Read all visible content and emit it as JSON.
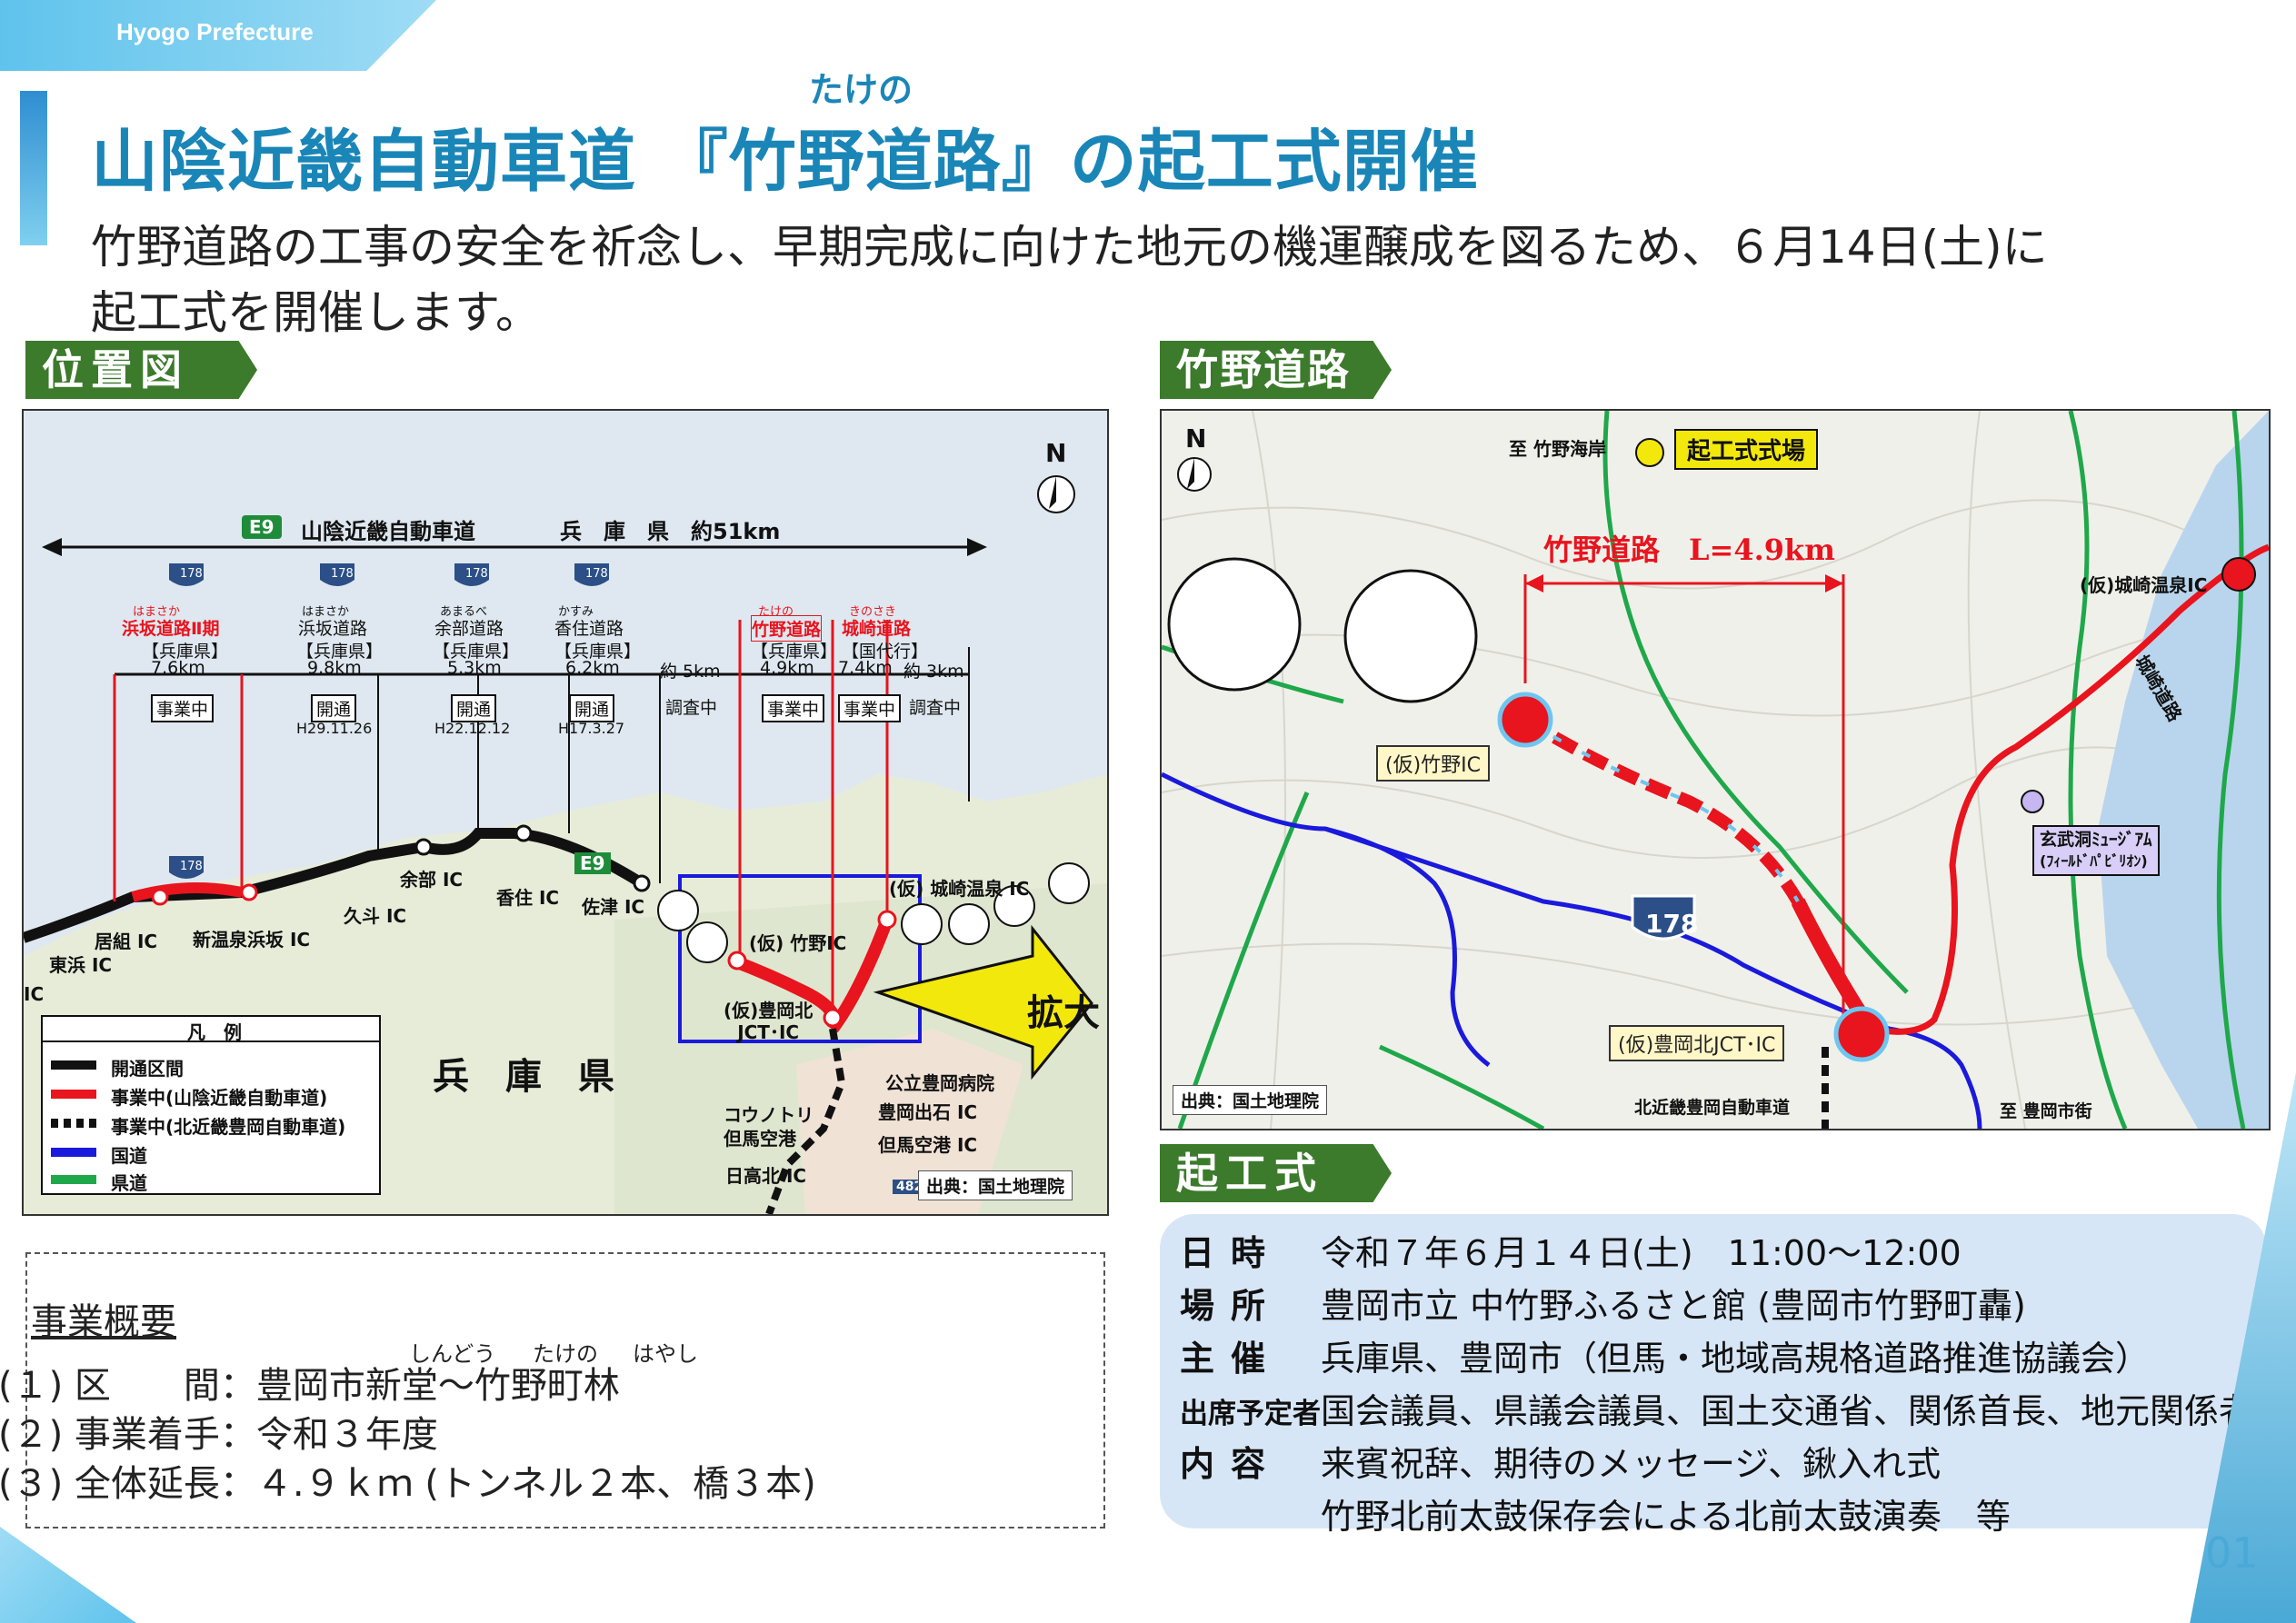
{
  "header": {
    "tag": "Hyogo Prefecture",
    "title": "山陰近畿自動車道 『竹野道路』の起工式開催",
    "title_ruby": "たけの",
    "lead_line1": "竹野道路の工事の安全を祈念し、早期完成に向けた地元の機運醸成を図るため、６月14日(土)に",
    "lead_line2": "起工式を開催します。"
  },
  "sections": {
    "location_map": "位置図",
    "takeno_road": "竹野道路",
    "ceremony": "起工式"
  },
  "location_map": {
    "route_badge": "E9",
    "road_name": "山陰近畿自動車道",
    "total": "兵　庫　県　約51km",
    "north": "N",
    "segments": [
      {
        "route": "178",
        "ruby": "はまさか",
        "name": "浜坂道路Ⅱ期",
        "owner": "【兵庫県】",
        "length": "7.6km",
        "status": "事業中",
        "date": ""
      },
      {
        "route": "178",
        "ruby": "はまさか",
        "name": "浜坂道路",
        "owner": "【兵庫県】",
        "length": "9.8km",
        "status": "開通",
        "date": "H29.11.26"
      },
      {
        "route": "178",
        "ruby": "あまるべ",
        "name": "余部道路",
        "owner": "【兵庫県】",
        "length": "5.3km",
        "status": "開通",
        "date": "H22.12.12"
      },
      {
        "route": "178",
        "ruby": "かすみ",
        "name": "香住道路",
        "owner": "【兵庫県】",
        "length": "6.2km",
        "status": "開通",
        "date": "H17.3.27"
      },
      {
        "route": "",
        "ruby": "",
        "name": "",
        "owner": "",
        "length": "約 5km",
        "status": "調査中",
        "date": ""
      },
      {
        "route": "",
        "ruby": "たけの",
        "name": "竹野道路",
        "owner": "【兵庫県】",
        "length": "4.9km",
        "status": "事業中",
        "date": ""
      },
      {
        "route": "",
        "ruby": "きのさき",
        "name": "城崎道路",
        "owner": "【国代行】",
        "length": "7.4km",
        "status": "事業中",
        "date": ""
      },
      {
        "route": "",
        "ruby": "",
        "name": "",
        "owner": "",
        "length": "約 3km",
        "status": "調査中",
        "date": ""
      }
    ],
    "places": {
      "tohama": "東浜 IC",
      "ic": "IC",
      "igumi": "居組 IC",
      "shinonsen": "新温泉浜坂 IC",
      "kuto": "久斗 IC",
      "amarube": "余部 IC",
      "kasumi": "香住 IC",
      "sazu": "佐津 IC",
      "takeno_ic": "(仮) 竹野IC",
      "kinosaki_onsen": "(仮) 城崎温泉 IC",
      "toyooka_kita": "(仮)豊岡北\nJCT･IC",
      "hospital": "公立豊岡病院",
      "izushi": "豊岡出石 IC",
      "kounotori": "コウノトリ\n但馬空港",
      "tajima_airport": "但馬空港 IC",
      "hidaka": "日高北 IC",
      "prefecture": "兵　庫　県",
      "zoom": "拡大",
      "e9": "E9",
      "route482": "482"
    },
    "legend": {
      "title": "凡　例",
      "items": [
        "開通区間",
        "事業中(山陰近畿自動車道)",
        "事業中(北近畿豊岡自動車道)",
        "国道",
        "県道"
      ]
    },
    "source": "出典：国土地理院"
  },
  "detail_map": {
    "north": "N",
    "to_coast": "至 竹野海岸",
    "venue": "起工式式場",
    "road_label": "竹野道路　L=4.9km",
    "takeno_ic": "(仮)竹野IC",
    "toyooka_kita": "(仮)豊岡北JCT･IC",
    "kinosaki_ic": "(仮)城崎温泉IC",
    "kinosaki_road": "城崎道路",
    "route178": "178",
    "museum_line1": "玄武洞ﾐｭｰｼﾞｱﾑ",
    "museum_line2": "(ﾌｨｰﾙﾄﾞﾊﾟﾋﾞﾘｵﾝ)",
    "kitakinki": "北近畿豊岡自動車道",
    "to_toyooka": "至 豊岡市街",
    "source": "出典：国土地理院"
  },
  "summary": {
    "heading": "事業概要",
    "ruby_shindo": "しんどう",
    "ruby_takeno": "たけの",
    "ruby_hayashi": "はやし",
    "line1": "(１) 区　　間：豊岡市新堂～竹野町林",
    "line2": "(２) 事業着手：令和３年度",
    "line3": "(３) 全体延長：４.９ｋｍ (トンネル２本、橋３本)"
  },
  "ceremony": {
    "rows": [
      {
        "key": "日時",
        "value": "令和７年６月１４日(土)　11:00～12:00"
      },
      {
        "key": "場所",
        "value": "豊岡市立 中竹野ふるさと館 (豊岡市竹野町轟)"
      },
      {
        "key": "主催",
        "value": "兵庫県、豊岡市（但馬・地域高規格道路推進協議会）"
      },
      {
        "key": "出席予定者",
        "value": "国会議員、県議会議員、国土交通省、関係首長、地元関係者等"
      },
      {
        "key": "内容",
        "value": "来賓祝辞、期待のメッセージ、鍬入れ式"
      },
      {
        "key": "",
        "value": "竹野北前太鼓保存会による北前太鼓演奏　等"
      }
    ]
  },
  "page_number": "01",
  "colors": {
    "accent": "#1a86b8",
    "section": "#3c7a2c",
    "road_red": "#e8141e",
    "ceremony_bg": "#d7e6f6"
  }
}
